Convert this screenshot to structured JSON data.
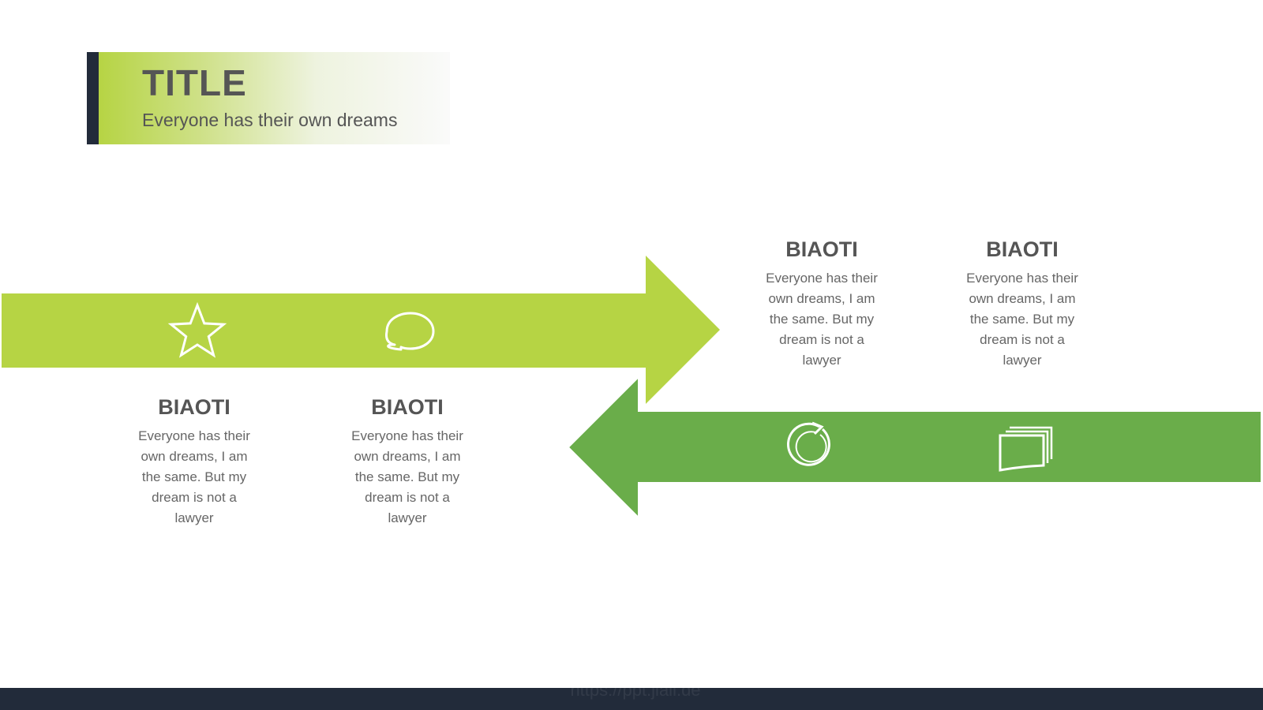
{
  "header": {
    "title": "TITLE",
    "subtitle": "Everyone has their own dreams"
  },
  "items": [
    {
      "heading": "BIAOTI",
      "text": "Everyone has their own dreams, I am the same. But my dream is not a lawyer",
      "icon": "star-icon"
    },
    {
      "heading": "BIAOTI",
      "text": "Everyone has their own dreams, I am the same. But my dream is not a lawyer",
      "icon": "speech-bubble-icon"
    },
    {
      "heading": "BIAOTI",
      "text": "Everyone has their own dreams, I am the same. But my dream is not a lawyer",
      "icon": "refresh-icon"
    },
    {
      "heading": "BIAOTI",
      "text": "Everyone has their own dreams, I am the same. But my dream is not a lawyer",
      "icon": "stacked-cards-icon"
    }
  ],
  "watermark": "https://ppt.jiali.de",
  "colors": {
    "arrow_right": "#b6d444",
    "arrow_left": "#6aad4a",
    "footer": "#222b3a",
    "text": "#555555"
  }
}
